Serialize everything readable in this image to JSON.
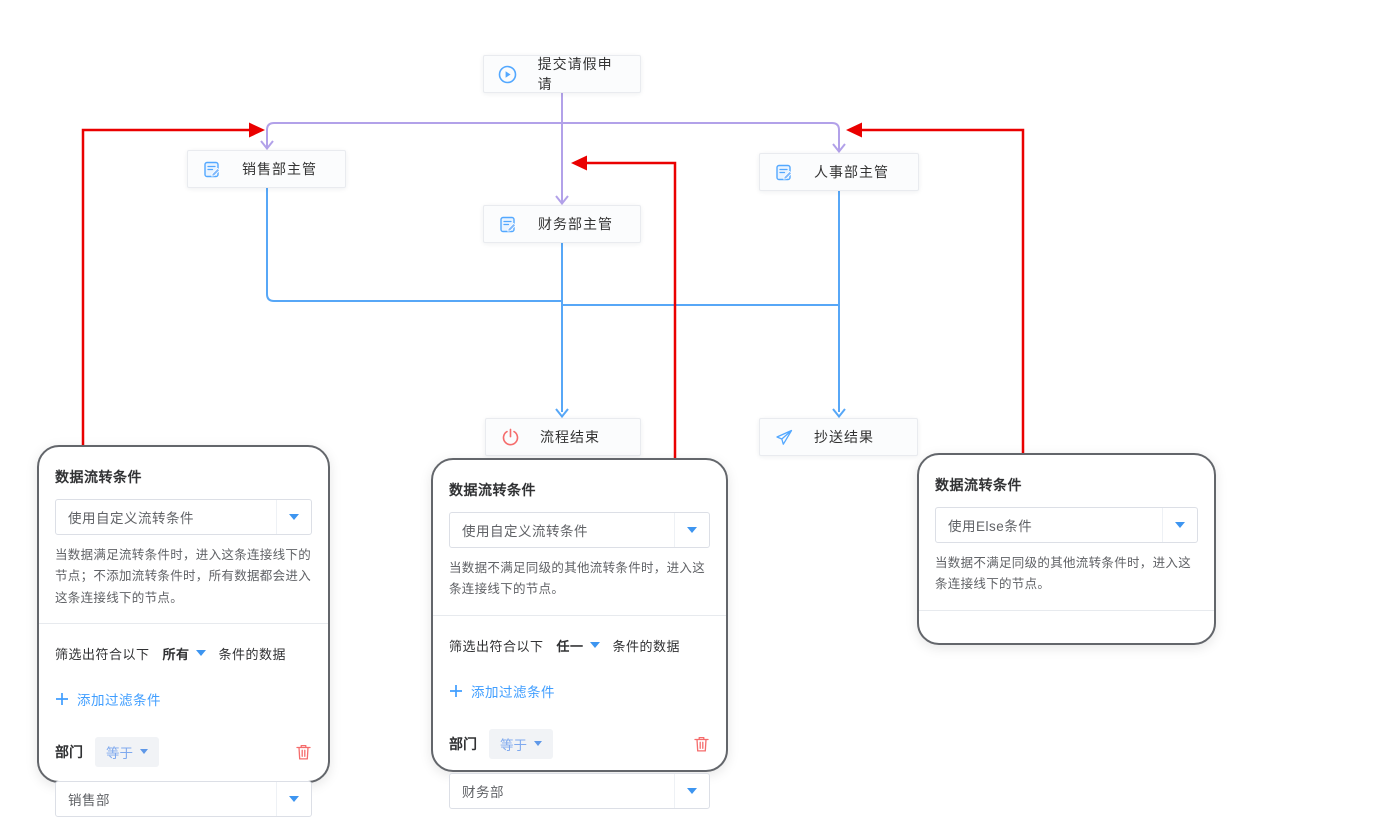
{
  "colors": {
    "connector_purple": "#b2a1e9",
    "connector_blue": "#57a7f7",
    "connector_selected_red": "#ea0000",
    "accent_blue": "#409eff",
    "danger_red": "#f56c6c",
    "node_icon_blue": "#53a8ff"
  },
  "nodes": {
    "start": {
      "label": "提交请假申请",
      "icon": "play-circle-icon"
    },
    "sales": {
      "label": "销售部主管",
      "icon": "form-edit-icon"
    },
    "finance": {
      "label": "财务部主管",
      "icon": "form-edit-icon"
    },
    "hr": {
      "label": "人事部主管",
      "icon": "form-edit-icon"
    },
    "end": {
      "label": "流程结束",
      "icon": "power-icon"
    },
    "cc": {
      "label": "抄送结果",
      "icon": "send-icon"
    }
  },
  "panels": [
    {
      "title": "数据流转条件",
      "condition_type": "使用自定义流转条件",
      "description": "当数据满足流转条件时，进入这条连接线下的节点；不添加流转条件时，所有数据都会进入这条连接线下的节点。",
      "filter_prefix": "筛选出符合以下",
      "filter_match": "所有",
      "filter_suffix": "条件的数据",
      "add_filter_label": "添加过滤条件",
      "field_label": "部门",
      "operator": "等于",
      "field_value": "销售部"
    },
    {
      "title": "数据流转条件",
      "condition_type": "使用自定义流转条件",
      "description": "当数据不满足同级的其他流转条件时，进入这条连接线下的节点。",
      "filter_prefix": "筛选出符合以下",
      "filter_match": "任一",
      "filter_suffix": "条件的数据",
      "add_filter_label": "添加过滤条件",
      "field_label": "部门",
      "operator": "等于",
      "field_value": "财务部"
    },
    {
      "title": "数据流转条件",
      "condition_type": "使用Else条件",
      "description": "当数据不满足同级的其他流转条件时，进入这条连接线下的节点。"
    }
  ]
}
